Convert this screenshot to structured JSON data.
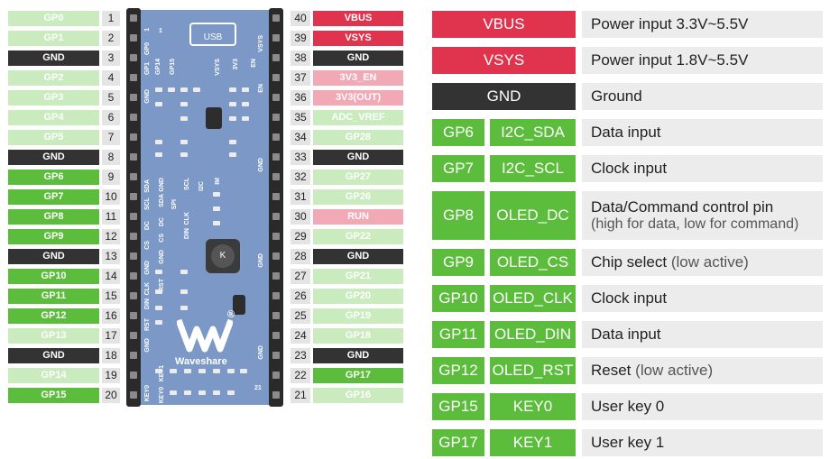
{
  "left_labels": [
    {
      "text": "GP0",
      "color": "light"
    },
    {
      "text": "GP1",
      "color": "light"
    },
    {
      "text": "GND",
      "color": "black"
    },
    {
      "text": "GP2",
      "color": "light"
    },
    {
      "text": "GP3",
      "color": "light"
    },
    {
      "text": "GP4",
      "color": "light"
    },
    {
      "text": "GP5",
      "color": "light"
    },
    {
      "text": "GND",
      "color": "black"
    },
    {
      "text": "GP6",
      "color": "green"
    },
    {
      "text": "GP7",
      "color": "green"
    },
    {
      "text": "GP8",
      "color": "green"
    },
    {
      "text": "GP9",
      "color": "green"
    },
    {
      "text": "GND",
      "color": "black"
    },
    {
      "text": "GP10",
      "color": "green"
    },
    {
      "text": "GP11",
      "color": "green"
    },
    {
      "text": "GP12",
      "color": "green"
    },
    {
      "text": "GP13",
      "color": "light"
    },
    {
      "text": "GND",
      "color": "black"
    },
    {
      "text": "GP14",
      "color": "light"
    },
    {
      "text": "GP15",
      "color": "green"
    }
  ],
  "left_numbers": [
    "1",
    "2",
    "3",
    "4",
    "5",
    "6",
    "7",
    "8",
    "9",
    "10",
    "11",
    "12",
    "13",
    "14",
    "15",
    "16",
    "17",
    "18",
    "19",
    "20"
  ],
  "right_numbers": [
    "40",
    "39",
    "38",
    "37",
    "36",
    "35",
    "34",
    "33",
    "32",
    "31",
    "30",
    "29",
    "28",
    "27",
    "26",
    "25",
    "24",
    "23",
    "22",
    "21"
  ],
  "right_labels": [
    {
      "text": "VBUS",
      "color": "red"
    },
    {
      "text": "VSYS",
      "color": "red"
    },
    {
      "text": "GND",
      "color": "black"
    },
    {
      "text": "3V3_EN",
      "color": "pink"
    },
    {
      "text": "3V3(OUT)",
      "color": "pink"
    },
    {
      "text": "ADC_VREF",
      "color": "light"
    },
    {
      "text": "GP28",
      "color": "light"
    },
    {
      "text": "GND",
      "color": "black"
    },
    {
      "text": "GP27",
      "color": "light"
    },
    {
      "text": "GP26",
      "color": "light"
    },
    {
      "text": "RUN",
      "color": "pink"
    },
    {
      "text": "GP22",
      "color": "light"
    },
    {
      "text": "GND",
      "color": "black"
    },
    {
      "text": "GP21",
      "color": "light"
    },
    {
      "text": "GP20",
      "color": "light"
    },
    {
      "text": "GP19",
      "color": "light"
    },
    {
      "text": "GP18",
      "color": "light"
    },
    {
      "text": "GND",
      "color": "black"
    },
    {
      "text": "GP17",
      "color": "green"
    },
    {
      "text": "GP16",
      "color": "light"
    }
  ],
  "colors": {
    "green": "#5bbd3b",
    "light": "#c9ebbd",
    "black": "#333333",
    "red": "#e0344e",
    "pink": "#f2a9b6"
  },
  "board": {
    "usb": "USB",
    "brand": "Waveshare",
    "joystick": "K",
    "reg_mark": "®",
    "pin_labels": [
      "GP14",
      "GP15",
      "VSYS",
      "3V3",
      "EN",
      "GND",
      "SDA",
      "SCL",
      "CLK",
      "DIN",
      "DC",
      "CS",
      "RST",
      "GND",
      "KEY0",
      "KEY1",
      "SPI",
      "I2C",
      "IM"
    ],
    "edge_left": [
      "1",
      "GP0",
      "GP1",
      "GND",
      "SDA",
      "SCL",
      "DC",
      "CS",
      "GND",
      "CLK",
      "DIN",
      "RST",
      "GND",
      "KEY0"
    ],
    "edge_right": [
      "VSYS",
      "EN",
      "GND",
      "GND",
      "GND"
    ],
    "corner_top_left": "1",
    "corner_bottom_right": "21"
  },
  "functions": [
    {
      "pin": "VBUS",
      "signal": "",
      "desc": "Power input 3.3V~5.5V",
      "note": "",
      "sub": "",
      "color": "red"
    },
    {
      "pin": "VSYS",
      "signal": "",
      "desc": "Power input 1.8V~5.5V",
      "note": "",
      "sub": "",
      "color": "red"
    },
    {
      "pin": "GND",
      "signal": "",
      "desc": "Ground",
      "note": "",
      "sub": "",
      "color": "black"
    },
    {
      "pin": "GP6",
      "signal": "I2C_SDA",
      "desc": "Data input",
      "note": "",
      "sub": "",
      "color": "green"
    },
    {
      "pin": "GP7",
      "signal": "I2C_SCL",
      "desc": "Clock input",
      "note": "",
      "sub": "",
      "color": "green"
    },
    {
      "pin": "GP8",
      "signal": "OLED_DC",
      "desc": "Data/Command control pin",
      "note": "",
      "sub": "(high for data, low for command)",
      "color": "green"
    },
    {
      "pin": "GP9",
      "signal": "OLED_CS",
      "desc": "Chip select",
      "note": "(low active)",
      "sub": "",
      "color": "green"
    },
    {
      "pin": "GP10",
      "signal": "OLED_CLK",
      "desc": "Clock input",
      "note": "",
      "sub": "",
      "color": "green"
    },
    {
      "pin": "GP11",
      "signal": "OLED_DIN",
      "desc": "Data input",
      "note": "",
      "sub": "",
      "color": "green"
    },
    {
      "pin": "GP12",
      "signal": "OLED_RST",
      "desc": "Reset",
      "note": "(low active)",
      "sub": "",
      "color": "green"
    },
    {
      "pin": "GP15",
      "signal": "KEY0",
      "desc": "User key 0",
      "note": "",
      "sub": "",
      "color": "green"
    },
    {
      "pin": "GP17",
      "signal": "KEY1",
      "desc": "User key 1",
      "note": "",
      "sub": "",
      "color": "green"
    }
  ]
}
